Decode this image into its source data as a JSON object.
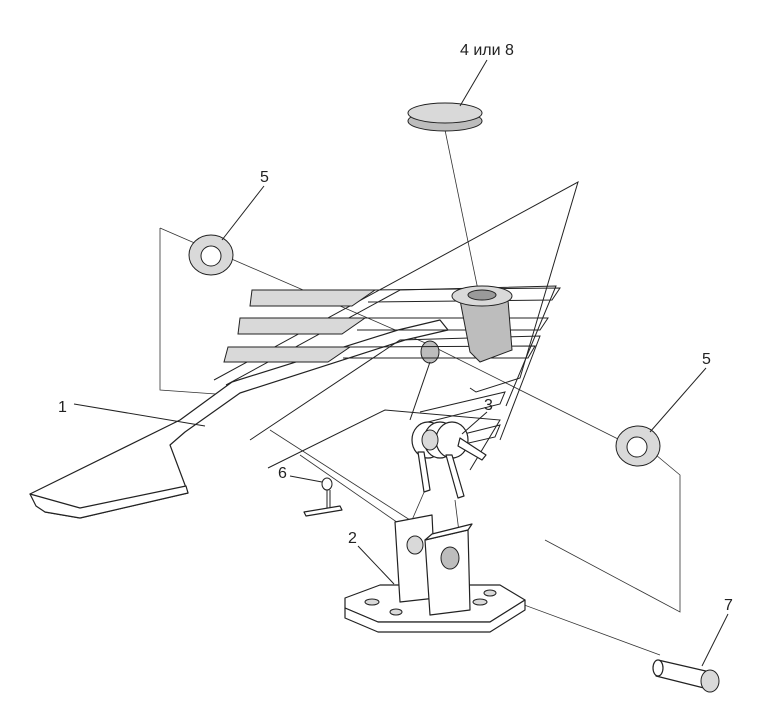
{
  "callouts": {
    "part_1": "1",
    "part_2": "2",
    "part_3": "3",
    "part_4_8": "4 или 8",
    "part_5_left": "5",
    "part_5_right": "5",
    "part_6": "6",
    "part_7": "7"
  }
}
